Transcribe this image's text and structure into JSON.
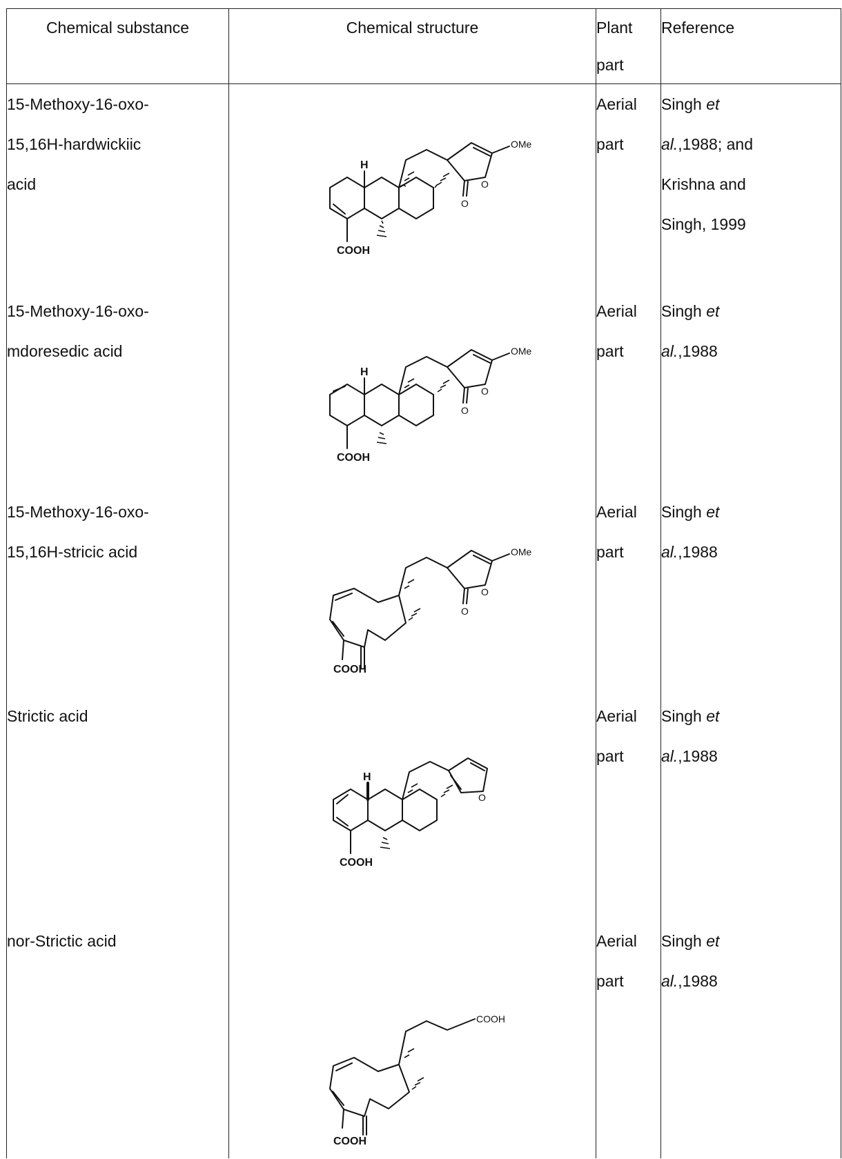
{
  "headers": {
    "substance": "Chemical substance",
    "structure": "Chemical structure",
    "part_line1": "Plant",
    "part_line2": "part",
    "reference": "Reference"
  },
  "rows": [
    {
      "name_lines": [
        "15-Methoxy-16-oxo-",
        "15,16H-hardwickiic",
        "acid"
      ],
      "part_lines": [
        "Aerial",
        "part"
      ],
      "ref_lines": [
        {
          "pre": "Singh ",
          "em": "et"
        },
        {
          "em": "al.",
          "post": ",1988; and"
        },
        {
          "pre": "Krishna and"
        },
        {
          "pre": "Singh, 1999"
        }
      ],
      "labels": {
        "substituent": "OMe",
        "ring_o": "O",
        "carbonyl_o": "O",
        "acid": "COOH",
        "h": "H"
      }
    },
    {
      "name_lines": [
        "15-Methoxy-16-oxo-",
        "mdoresedic acid"
      ],
      "part_lines": [
        "Aerial",
        "part"
      ],
      "ref_lines": [
        {
          "pre": "Singh ",
          "em": "et"
        },
        {
          "em": "al.",
          "post": ",1988"
        }
      ],
      "labels": {
        "substituent": "OMe",
        "ring_o": "O",
        "carbonyl_o": "O",
        "acid": "COOH",
        "h": "H"
      }
    },
    {
      "name_lines": [
        "15-Methoxy-16-oxo-",
        "15,16H-stricic acid"
      ],
      "part_lines": [
        "Aerial",
        "part"
      ],
      "ref_lines": [
        {
          "pre": "Singh ",
          "em": "et"
        },
        {
          "em": "al.",
          "post": ",1988"
        }
      ],
      "labels": {
        "substituent": "OMe",
        "ring_o": "O",
        "carbonyl_o": "O",
        "acid": "COOH"
      }
    },
    {
      "name_lines": [
        "Strictic acid"
      ],
      "part_lines": [
        "Aerial",
        "part"
      ],
      "ref_lines": [
        {
          "pre": "Singh ",
          "em": "et"
        },
        {
          "em": "al.",
          "post": ",1988"
        }
      ],
      "labels": {
        "ring_o": "O",
        "acid": "COOH",
        "h": "H"
      }
    },
    {
      "name_lines": [
        "nor-Strictic acid"
      ],
      "part_lines": [
        "Aerial",
        "part"
      ],
      "ref_lines": [
        {
          "pre": "Singh ",
          "em": "et"
        },
        {
          "em": "al.",
          "post": ",1988"
        }
      ],
      "labels": {
        "side_acid": "COOH",
        "acid": "COOH"
      }
    }
  ]
}
